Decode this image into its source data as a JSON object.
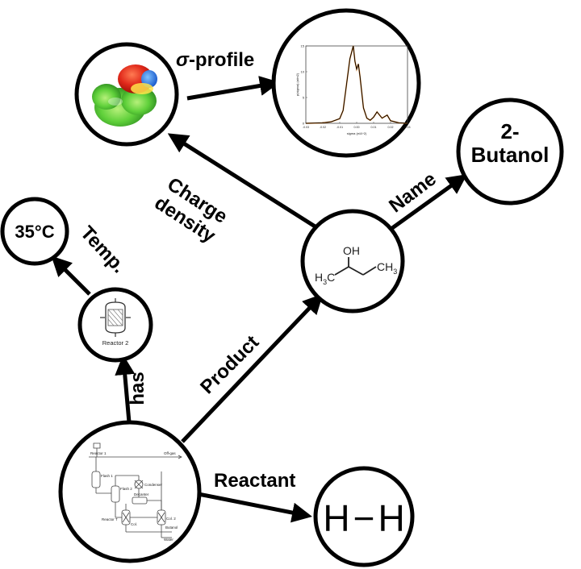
{
  "nodes": {
    "temperature": {
      "text": "35°C"
    },
    "name": {
      "line1": "2-",
      "line2": "Butanol"
    },
    "hydrogen": {
      "left": "H",
      "bond": "−",
      "right": "H"
    },
    "reactor2": {
      "label": "Reactor 2"
    },
    "molecule": {
      "oh": "OH",
      "left_group": "H",
      "left_sub": "3",
      "left_tail": "C",
      "right_group": "CH",
      "right_sub": "3"
    },
    "sigma_plot": {
      "ylabel": "p(sigma) (a/m2)",
      "xlabel": "sigma (e/A^2)",
      "yticks": [
        "15",
        "10",
        "5",
        "0"
      ],
      "xticks": [
        "-0.03",
        "-0.02",
        "-0.01",
        "0.00",
        "0.01",
        "0.02",
        "0.03"
      ]
    },
    "flowsheet": {
      "reactor1": "Reactor 1",
      "offgas": "Off-gas",
      "flash1": "Flash 1",
      "flash2": "Flash 2",
      "condenser": "Condenser",
      "decanter": "Decanter",
      "column1": "Col.",
      "column2": "Col. 2",
      "butanol": "Butanol",
      "water": "Water",
      "reactor_t": "Reactor T"
    }
  },
  "edges": {
    "sigma_profile": {
      "symbol": "σ",
      "text": "-profile"
    },
    "charge_density": {
      "line1": "Charge",
      "line2": "density"
    },
    "name": "Name",
    "temp": "Temp.",
    "has": "has",
    "product": "Product",
    "reactant": "Reactant"
  },
  "chart_data": {
    "type": "line",
    "title": "",
    "xlabel": "sigma (e/A^2)",
    "ylabel": "p(sigma) (a/m2)",
    "xlim": [
      -0.03,
      0.03
    ],
    "ylim": [
      0,
      15
    ],
    "x": [
      -0.03,
      -0.02,
      -0.015,
      -0.01,
      -0.008,
      -0.006,
      -0.004,
      -0.002,
      -0.001,
      0.0,
      0.001,
      0.002,
      0.004,
      0.006,
      0.008,
      0.01,
      0.012,
      0.015,
      0.018,
      0.02,
      0.025,
      0.03
    ],
    "series": [
      {
        "values": [
          0,
          0.1,
          0.3,
          0.9,
          2.5,
          7.5,
          12.5,
          15.0,
          12.0,
          10.5,
          11.5,
          9.0,
          3.0,
          1.0,
          0.6,
          1.2,
          2.2,
          1.0,
          1.6,
          0.5,
          0.1,
          0
        ]
      }
    ],
    "grid": false,
    "legend": "none"
  },
  "colors": {
    "stroke": "#000000",
    "series": "#d9822b",
    "series_line": "#000000"
  }
}
